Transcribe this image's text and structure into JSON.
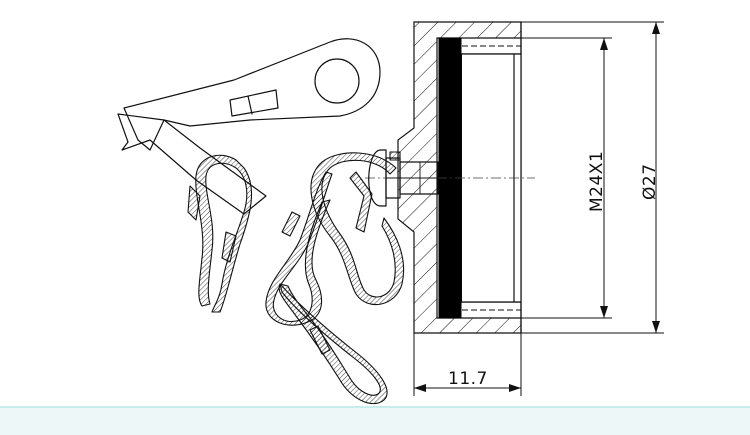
{
  "dimensions": {
    "thread": "M24X1",
    "outer_diameter": "Ø27",
    "width": "11.7"
  },
  "colors": {
    "line": "#111111",
    "background": "#ffffff",
    "band": "#eef7f7",
    "band_border": "#c6ecec"
  }
}
